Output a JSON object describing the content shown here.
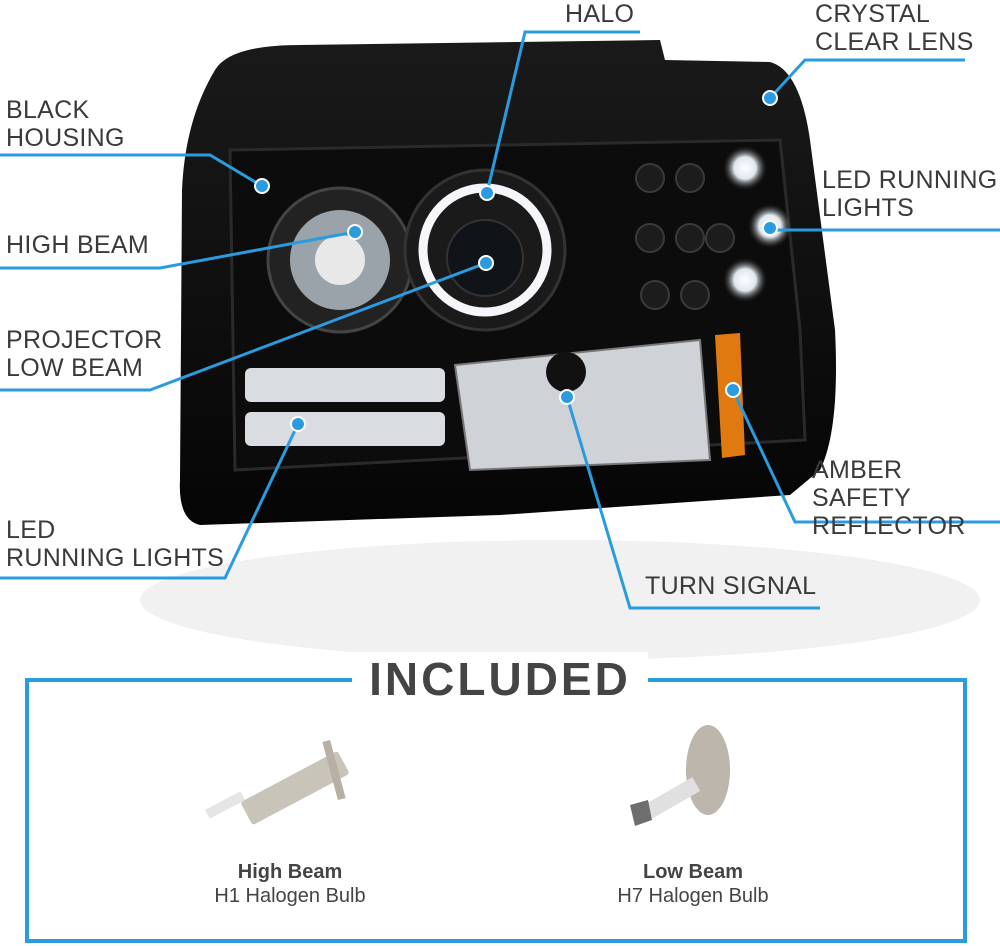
{
  "callouts": {
    "halo": "HALO",
    "crystal_clear_lens": "CRYSTAL\nCLEAR LENS",
    "black_housing": "BLACK\nHOUSING",
    "high_beam": "HIGH BEAM",
    "projector_low_beam": "PROJECTOR\nLOW BEAM",
    "led_running_lights_right": "LED RUNNING\nLIGHTS",
    "amber_safety_reflector": "AMBER SAFETY\nREFLECTOR",
    "turn_signal": "TURN SIGNAL",
    "led_running_lights_left": "LED\nRUNNING LIGHTS"
  },
  "included": {
    "title": "INCLUDED",
    "items": [
      {
        "name": "High Beam",
        "desc": "H1 Halogen Bulb"
      },
      {
        "name": "Low Beam",
        "desc": "H7 Halogen Bulb"
      }
    ]
  },
  "colors": {
    "accent": "#2b9be0",
    "text": "#3a3a3a"
  }
}
